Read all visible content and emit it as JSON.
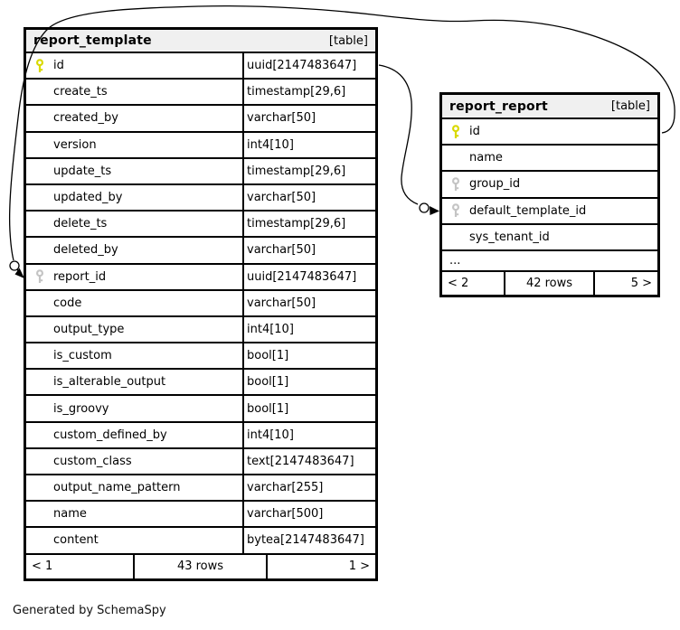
{
  "diagram": {
    "credit": "Generated by SchemaSpy"
  },
  "colors": {
    "primary_key": "#d9d900",
    "foreign_key": "#c4c4c4",
    "relation_line": "#000000",
    "header_bg": "#f0f0f0"
  },
  "tables": [
    {
      "title": "report_template",
      "badge": "[table]",
      "columns": [
        {
          "name": "id",
          "type": "uuid[2147483647]",
          "key": "primary"
        },
        {
          "name": "create_ts",
          "type": "timestamp[29,6]",
          "key": null
        },
        {
          "name": "created_by",
          "type": "varchar[50]",
          "key": null
        },
        {
          "name": "version",
          "type": "int4[10]",
          "key": null
        },
        {
          "name": "update_ts",
          "type": "timestamp[29,6]",
          "key": null
        },
        {
          "name": "updated_by",
          "type": "varchar[50]",
          "key": null
        },
        {
          "name": "delete_ts",
          "type": "timestamp[29,6]",
          "key": null
        },
        {
          "name": "deleted_by",
          "type": "varchar[50]",
          "key": null
        },
        {
          "name": "report_id",
          "type": "uuid[2147483647]",
          "key": "foreign"
        },
        {
          "name": "code",
          "type": "varchar[50]",
          "key": null
        },
        {
          "name": "output_type",
          "type": "int4[10]",
          "key": null
        },
        {
          "name": "is_custom",
          "type": "bool[1]",
          "key": null
        },
        {
          "name": "is_alterable_output",
          "type": "bool[1]",
          "key": null
        },
        {
          "name": "is_groovy",
          "type": "bool[1]",
          "key": null
        },
        {
          "name": "custom_defined_by",
          "type": "int4[10]",
          "key": null
        },
        {
          "name": "custom_class",
          "type": "text[2147483647]",
          "key": null
        },
        {
          "name": "output_name_pattern",
          "type": "varchar[255]",
          "key": null
        },
        {
          "name": "name",
          "type": "varchar[500]",
          "key": null
        },
        {
          "name": "content",
          "type": "bytea[2147483647]",
          "key": null
        }
      ],
      "footer": {
        "prev": "< 1",
        "count": "43 rows",
        "next": "1 >"
      }
    },
    {
      "title": "report_report",
      "badge": "[table]",
      "columns": [
        {
          "name": "id",
          "type": null,
          "key": "primary"
        },
        {
          "name": "name",
          "type": null,
          "key": null
        },
        {
          "name": "group_id",
          "type": null,
          "key": "foreign"
        },
        {
          "name": "default_template_id",
          "type": null,
          "key": "foreign"
        },
        {
          "name": "sys_tenant_id",
          "type": null,
          "key": null
        },
        {
          "name": "...",
          "type": null,
          "key": null,
          "dots": true
        }
      ],
      "footer": {
        "prev": "< 2",
        "count": "42 rows",
        "next": "5 >"
      }
    }
  ],
  "relationships": [
    {
      "from": "report_template.report_id",
      "to": "report_report.id"
    },
    {
      "from": "report_report.default_template_id",
      "to": "report_template.id"
    }
  ]
}
